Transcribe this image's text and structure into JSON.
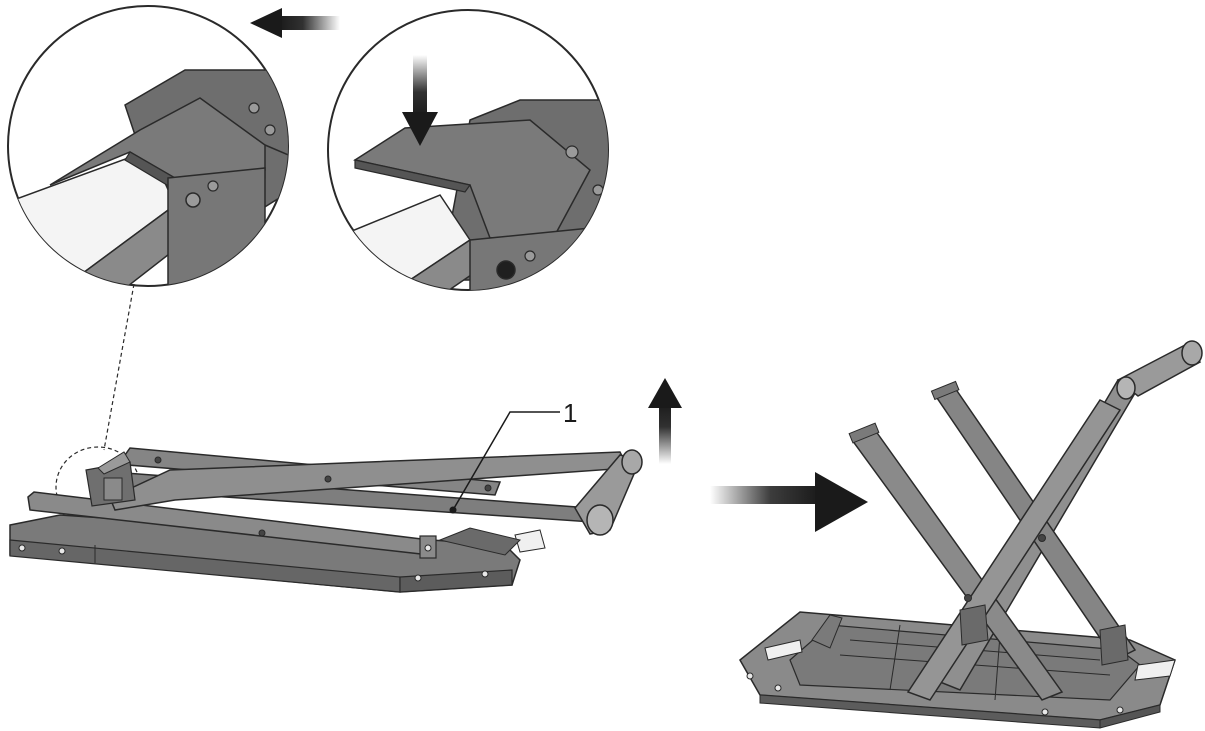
{
  "callouts": [
    {
      "label": "1"
    }
  ],
  "colors": {
    "frame_fill": "#7d7d7d",
    "frame_dark": "#5a5a5a",
    "frame_light": "#a3a3a3",
    "outline": "#2a2a2a",
    "arrow": "#1a1a1a",
    "background": "#ffffff"
  },
  "arrows": [
    {
      "name": "detail-left-arrow",
      "direction": "left"
    },
    {
      "name": "detail-down-arrow",
      "direction": "down"
    },
    {
      "name": "lift-up-arrow",
      "direction": "up"
    },
    {
      "name": "transition-right-arrow",
      "direction": "right"
    }
  ]
}
